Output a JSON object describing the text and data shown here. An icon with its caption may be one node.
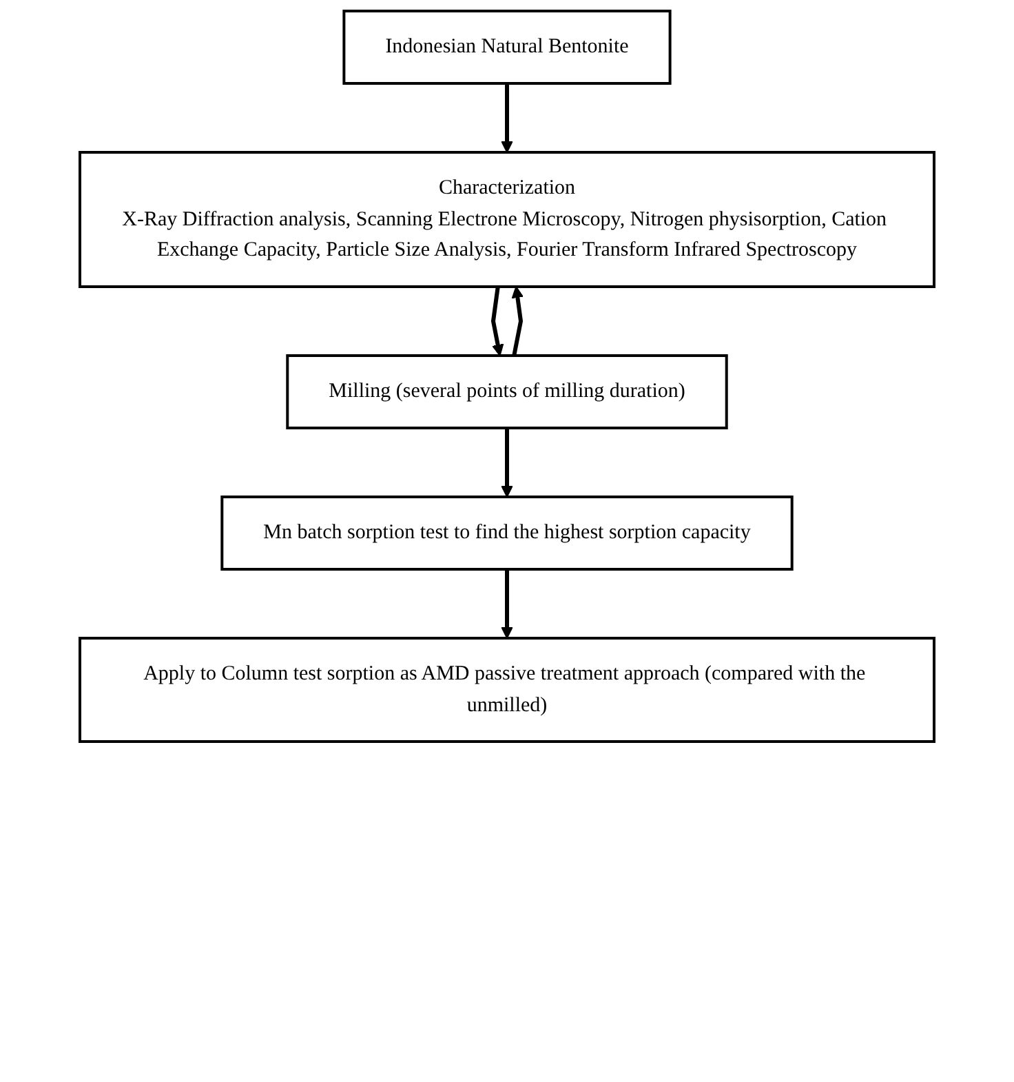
{
  "diagram": {
    "nodes": [
      {
        "text": [
          "Indonesian Natural Bentonite"
        ]
      },
      {
        "text": [
          "Characterization",
          "X-Ray Diffraction analysis, Scanning Electrone Microscopy, Nitrogen physisorption, Cation Exchange Capacity, Particle Size Analysis, Fourier Transform Infrared Spectroscopy"
        ]
      },
      {
        "text": [
          "Milling (several points of milling duration)"
        ]
      },
      {
        "text": [
          "Mn batch sorption test to find the highest sorption capacity"
        ]
      },
      {
        "text": [
          "Apply to Column test sorption as AMD passive treatment approach (compared with the unmilled)"
        ]
      }
    ],
    "edges": [
      {
        "from": 0,
        "to": 1,
        "arrow": "to"
      },
      {
        "from": 1,
        "to": 2,
        "arrow": "to"
      },
      {
        "from": 2,
        "to": 1,
        "arrow": "to"
      },
      {
        "from": 2,
        "to": 3,
        "arrow": "to"
      },
      {
        "from": 3,
        "to": 4,
        "arrow": "to"
      }
    ]
  }
}
